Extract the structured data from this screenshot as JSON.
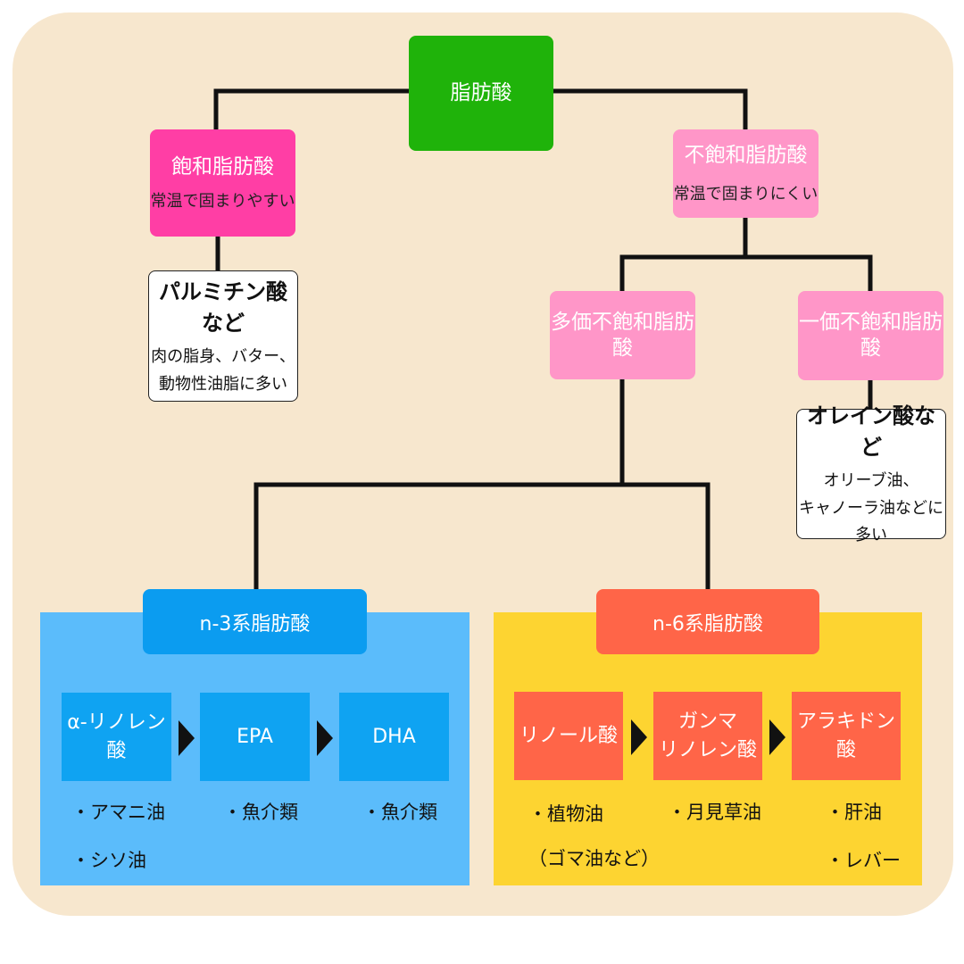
{
  "root": {
    "label": "脂肪酸",
    "color": "#1fb30a"
  },
  "saturated": {
    "label": "飽和脂肪酸",
    "desc": "常温で固まりやすい",
    "color": "#ff3ea5",
    "example_title": "パルミチン酸など",
    "example_lines": [
      "肉の脂身、バター、",
      "動物性油脂に多い"
    ]
  },
  "unsaturated": {
    "label": "不飽和脂肪酸",
    "desc": "常温で固まりにくい",
    "color": "#ff96c8"
  },
  "polyunsaturated": {
    "label": "多価不飽和脂肪酸"
  },
  "monounsaturated": {
    "label": "一価不飽和脂肪酸",
    "example_title": "オレイン酸など",
    "example_lines": [
      "オリーブ油、",
      "キャノーラ油などに多い"
    ]
  },
  "n3": {
    "label": "n-3系脂肪酸",
    "pane_color": "#5bbcfb",
    "header_color": "#0b9cf0",
    "items": [
      {
        "label": "α-リノレン酸",
        "notes": [
          "・アマニ油",
          "・シソ油"
        ]
      },
      {
        "label": "EPA",
        "notes": [
          "・魚介類"
        ]
      },
      {
        "label": "DHA",
        "notes": [
          "・魚介類"
        ]
      }
    ]
  },
  "n6": {
    "label": "n-6系脂肪酸",
    "pane_color": "#fdd431",
    "header_color": "#ff6548",
    "items": [
      {
        "label": "リノール酸",
        "notes": [
          "・植物油",
          "（ゴマ油など）"
        ]
      },
      {
        "label": "ガンマ\nリノレン酸",
        "notes": [
          "・月見草油"
        ]
      },
      {
        "label": "アラキドン酸",
        "notes": [
          "・肝油",
          "・レバー"
        ]
      }
    ]
  }
}
